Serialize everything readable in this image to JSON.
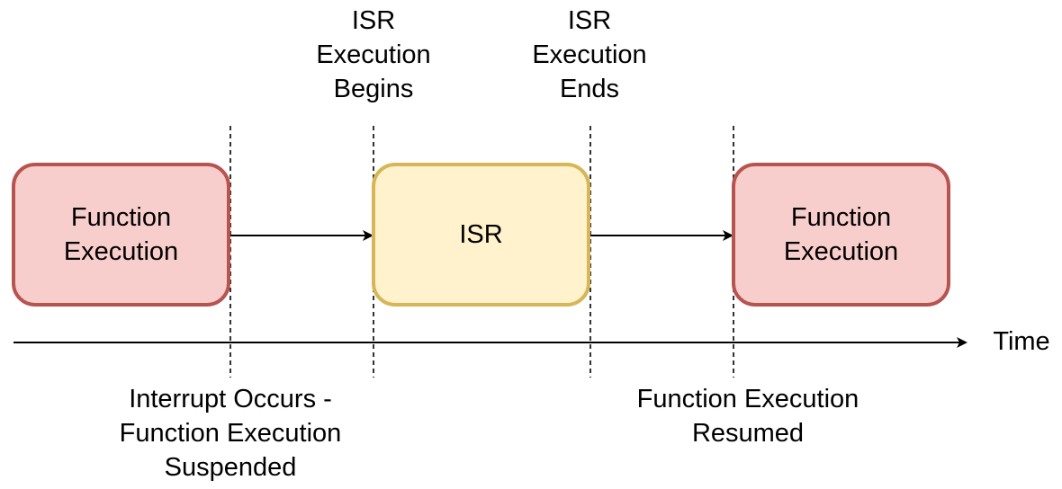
{
  "colors": {
    "function_fill": "#f8cecc",
    "function_border": "#b85450",
    "isr_fill": "#fff2cc",
    "isr_border": "#d6b656",
    "line": "#000000"
  },
  "boxes": {
    "function_start": {
      "line1": "Function",
      "line2": "Execution"
    },
    "isr": {
      "label": "ISR"
    },
    "function_end": {
      "line1": "Function",
      "line2": "Execution"
    }
  },
  "markers": {
    "isr_begins": {
      "line1": "ISR",
      "line2": "Execution",
      "line3": "Begins"
    },
    "isr_ends": {
      "line1": "ISR",
      "line2": "Execution",
      "line3": "Ends"
    },
    "interrupt": {
      "line1": "Interrupt Occurs -",
      "line2": "Function Execution",
      "line3": "Suspended"
    },
    "resumed": {
      "line1": "Function Execution",
      "line2": "Resumed"
    }
  },
  "time_axis": {
    "label": "Time"
  }
}
